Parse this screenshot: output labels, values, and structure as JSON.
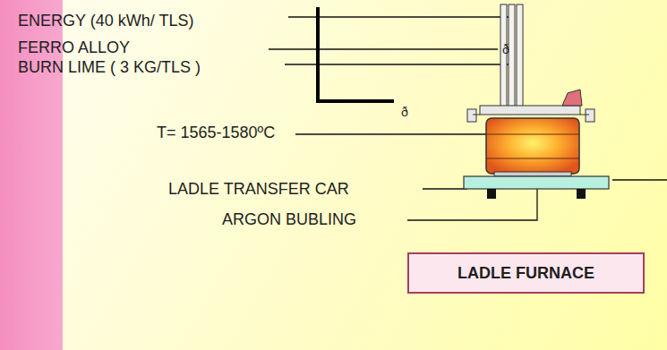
{
  "diagram": {
    "nodes": [
      {
        "text": [
          "LADLE FURNACE"
        ]
      }
    ],
    "labels": [
      "ENERGY  (40 kWh/ TLS)",
      "FERRO ALLOY",
      "BURN  LIME ( 3 KG/TLS )",
      "ð",
      "ð",
      "T= 1565-1580ºC",
      "LADLE TRANSFER CAR",
      "ARGON BUBLING"
    ]
  }
}
